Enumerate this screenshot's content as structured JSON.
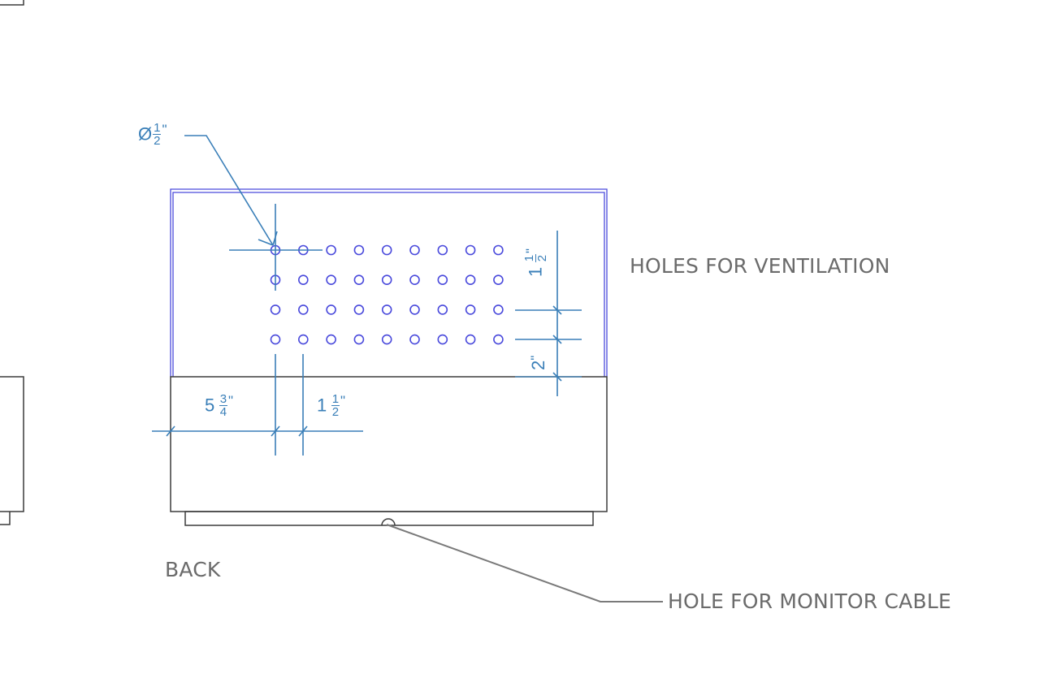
{
  "drawing": {
    "view_label": "BACK",
    "callouts": {
      "ventilation": "HOLES FOR VENTILATION",
      "monitor_cable": "HOLE FOR MONITOR CABLE"
    },
    "dimensions": {
      "hole_diameter": {
        "symbol": "Ø",
        "whole": "",
        "num": "1",
        "den": "2",
        "unit": "\""
      },
      "edge_offset": {
        "whole": "5",
        "num": "3",
        "den": "4",
        "unit": "\""
      },
      "horizontal_spacing": {
        "whole": "1",
        "num": "1",
        "den": "2",
        "unit": "\""
      },
      "vertical_spacing": {
        "whole": "1",
        "num": "1",
        "den": "2",
        "unit": "\""
      },
      "bottom_offset": {
        "whole": "2",
        "unit": "\""
      }
    },
    "hole_grid": {
      "rows": 4,
      "columns": 9
    },
    "colors": {
      "outline": "#3c3c3c",
      "panel_outline": "#4a4adc",
      "holes": "#4a4adc",
      "dimension": "#3a7fb8",
      "leader": "#7a7a7a",
      "text": "#6b6b6b"
    }
  }
}
